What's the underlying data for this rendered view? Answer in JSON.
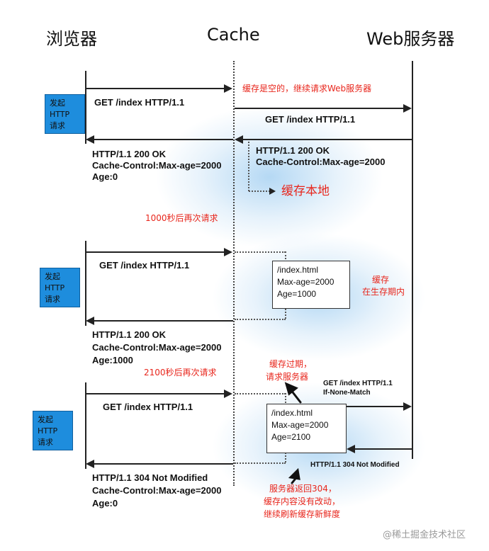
{
  "headers": {
    "browser": "浏览器",
    "cache": "Cache",
    "server": "Web服务器"
  },
  "actor_box": {
    "line1": "发起",
    "line2": "HTTP",
    "line3": "请求"
  },
  "section1": {
    "request": "GET /index HTTP/1.1",
    "cache_note": "缓存是空的，继续请求Web服务器",
    "forward_request": "GET /index HTTP/1.1",
    "server_response_line1": "HTTP/1.1 200 OK",
    "server_response_line2": "Cache-Control:Max-age=2000",
    "cache_local": "缓存本地",
    "browser_response_line1": "HTTP/1.1 200 OK",
    "browser_response_line2": "Cache-Control:Max-age=2000",
    "browser_response_line3": "Age:0",
    "after_note": "1000秒后再次请求"
  },
  "section2": {
    "request": "GET /index HTTP/1.1",
    "card_line1": "/index.html",
    "card_line2": "Max-age=2000",
    "card_line3": "Age=1000",
    "status_line1": "缓存",
    "status_line2": "在生存期内",
    "browser_response_line1": "HTTP/1.1 200 OK",
    "browser_response_line2": "Cache-Control:Max-age=2000",
    "browser_response_line3": "Age:1000",
    "after_note": "2100秒后再次请求"
  },
  "section3": {
    "request": "GET /index HTTP/1.1",
    "expired_line1": "缓存过期，",
    "expired_line2": "请求服务器",
    "forward_line1": "GET /index HTTP/1.1",
    "forward_line2": "If-None-Match",
    "card_line1": "/index.html",
    "card_line2": "Max-age=2000",
    "card_line3": "Age=2100",
    "server_response": "HTTP/1.1 304 Not Modified",
    "note_line1": "服务器返回304，",
    "note_line2": "缓存内容没有改动，",
    "note_line3": "继续刷新缓存新鲜度",
    "browser_response_line1": "HTTP/1.1 304 Not Modified",
    "browser_response_line2": "Cache-Control:Max-age=2000",
    "browser_response_line3": "Age:0"
  },
  "watermark": "@稀土掘金技术社区",
  "colors": {
    "actor_box": "#1e8ddd",
    "annotation_red": "#e8261c",
    "glow_blue": "#78b9eb"
  }
}
